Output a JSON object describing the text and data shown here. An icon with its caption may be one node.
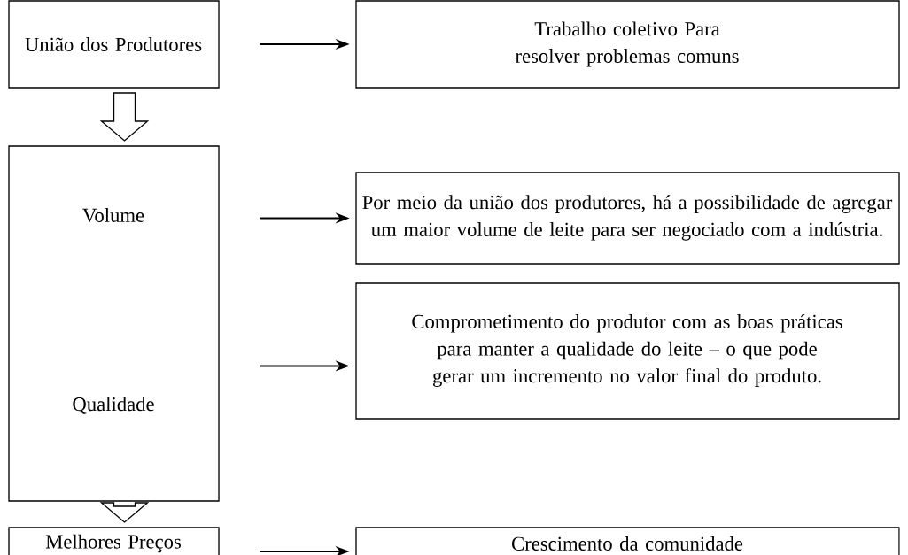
{
  "diagram": {
    "nodes": [
      {
        "text": [
          "União dos Produtores"
        ]
      },
      {
        "text": [
          "Trabalho coletivo Para resolver problemas comuns"
        ]
      },
      {
        "text": [
          "Volume",
          "Qualidade"
        ]
      },
      {
        "text": [
          "Por meio da união dos produtores, há a possibilidade de agregar um maior volume de leite para ser negociado com a indústria."
        ]
      },
      {
        "text": [
          "Comprometimento do produtor com as boas práticas para manter a qualidade do leite – o que pode gerar um incremento no valor final do produto."
        ]
      },
      {
        "text": [
          "Melhores Preços"
        ]
      },
      {
        "text": [
          "Crescimento da comunidade"
        ]
      }
    ],
    "edges": [
      {
        "from": 0,
        "to": 1,
        "arrow": "to"
      },
      {
        "from": 0,
        "to": 2,
        "arrow": "to"
      },
      {
        "from": 2,
        "to": 3,
        "arrow": "to"
      },
      {
        "from": 2,
        "to": 4,
        "arrow": "to"
      },
      {
        "from": 2,
        "to": 5,
        "arrow": "to"
      },
      {
        "from": 5,
        "to": 6,
        "arrow": "to"
      }
    ]
  }
}
